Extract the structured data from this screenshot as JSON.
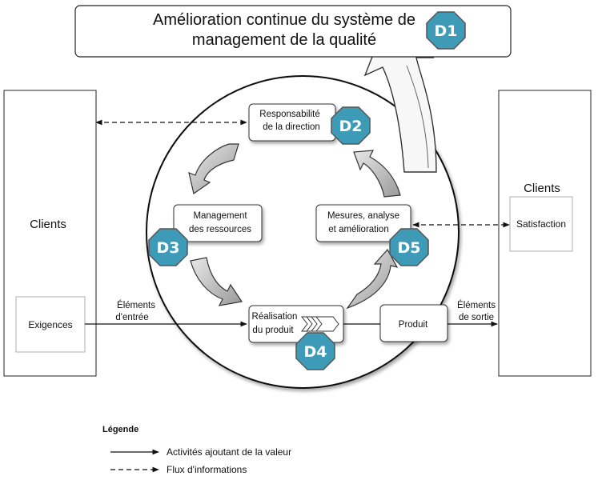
{
  "title": {
    "line1": "Amélioration continue du système de",
    "line2": "management de la qualité"
  },
  "left_panel": {
    "label": "Clients",
    "inner_label": "Exigences"
  },
  "right_panel": {
    "label": "Clients",
    "inner_label": "Satisfaction"
  },
  "processes": {
    "responsabilite": {
      "line1": "Responsabilité",
      "line2": "de la direction"
    },
    "management": {
      "line1": "Management",
      "line2": "des ressources"
    },
    "mesures": {
      "line1": "Mesures, analyse",
      "line2": "et amélioration"
    },
    "realisation": {
      "line1": "Réalisation",
      "line2": "du produit"
    },
    "produit": "Produit"
  },
  "flow_labels": {
    "input": {
      "line1": "Éléments",
      "line2": "d'entrée"
    },
    "output": {
      "line1": "Éléments",
      "line2": "de sortie"
    }
  },
  "badges": [
    "D1",
    "D2",
    "D3",
    "D4",
    "D5"
  ],
  "badge_color": "#3e9bb8",
  "legend": {
    "title": "Légende",
    "solid": "Activités ajoutant de la valeur",
    "dashed": "Flux d'informations"
  }
}
